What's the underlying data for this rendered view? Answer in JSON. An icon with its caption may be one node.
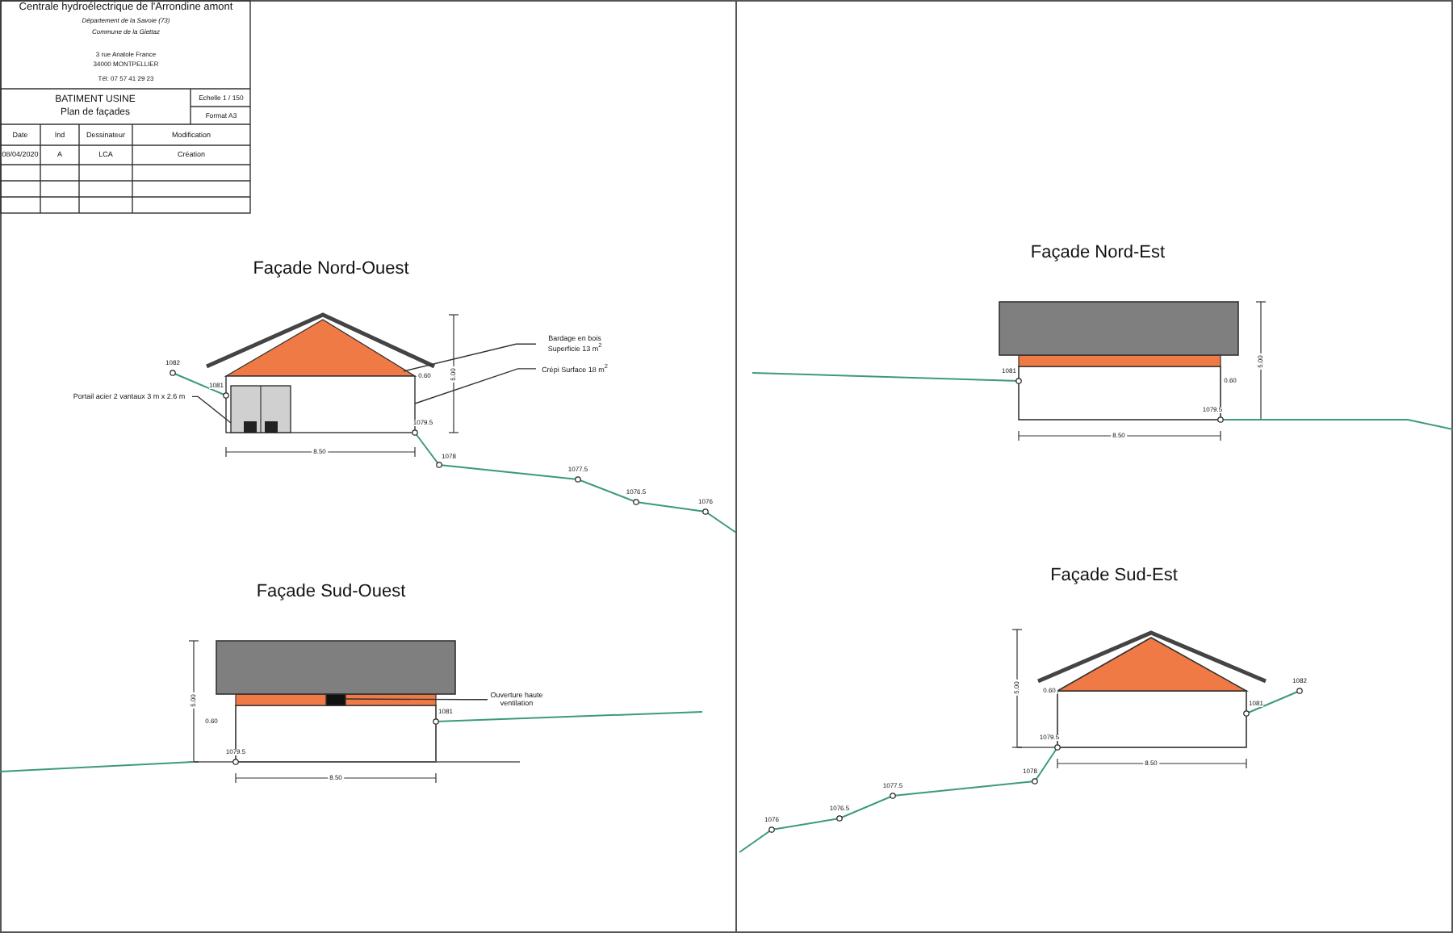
{
  "diagram": {
    "nodes": [
      {
        "text": [
          "Bardage en bois Superficie 13 m$^{2}$"
        ]
      },
      {
        "text": [
          "Crépi Surface 18 m$^{2}$"
        ]
      },
      {
        "text": [
          "Portail acier 2 vantaux 3 m x 2.6 m"
        ]
      },
      {
        "text": [
          "Ouverture haute ventilation"
        ]
      },
      {
        "text": [],
        "shape": "triangle"
      },
      {
        "text": [],
        "shape": "box"
      },
      {
        "text": [],
        "shape": "box",
        "in": 5
      },
      {
        "text": [],
        "shape": "box"
      }
    ],
    "edges": [
      {
        "from": 0,
        "to": 4,
        "arrow": "none"
      },
      {
        "from": 1,
        "to": 5,
        "arrow": "none"
      },
      {
        "from": 2,
        "to": 6,
        "arrow": "none"
      },
      {
        "from": 3,
        "to": 7,
        "arrow": "none"
      }
    ],
    "labels": [
      "Centrale hydroélectrique de l'Arrondine amont",
      "Département de la Savoie (73)",
      "Commune de la Giettaz",
      "3 rue Anatole France",
      "34000 MONTPELLIER",
      "Tél: 07 57 41 29 23",
      "BATIMENT USINE",
      "Plan de façades",
      "Echelle 1 / 150",
      "Format A3",
      "Date",
      "Ind",
      "Dessinateur",
      "Modification",
      "08/04/2020",
      "A",
      "LCA",
      "Création",
      "Façade Nord-Ouest",
      "5.00",
      "0.60",
      "8.50",
      "1082",
      "1081",
      "1079.5",
      "1078",
      "1077.5",
      "1076.5",
      "1076",
      "Façade Sud-Ouest",
      "5.00",
      "0.60",
      "8.50",
      "1079.5",
      "1081",
      "Façade Nord-Est",
      "5.00",
      "0.60",
      "8.50",
      "1081",
      "1079.5",
      "Façade Sud-Est",
      "5.00",
      "0.60",
      "8.50",
      "1079.5",
      "1078",
      "1077.5",
      "1076.5",
      "1076",
      "1081",
      "1082"
    ]
  }
}
